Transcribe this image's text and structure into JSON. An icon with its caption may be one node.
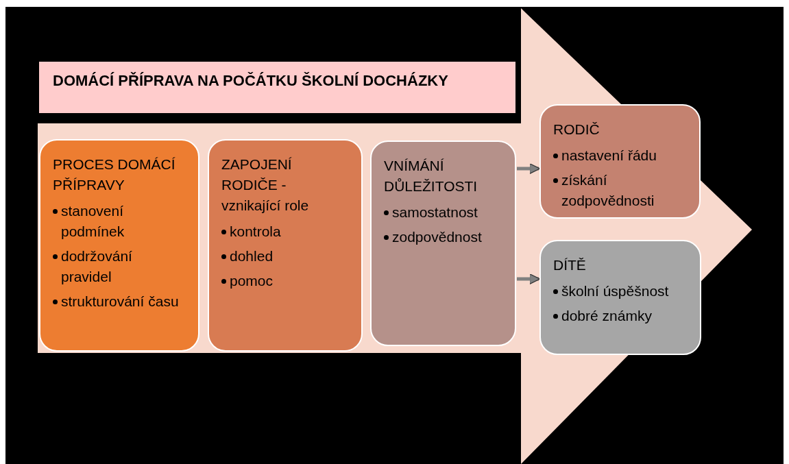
{
  "diagram": {
    "title": "DOMÁCÍ PŘÍPRAVA NA POČÁTKU ŠKOLNÍ DOCHÁZKY",
    "nodes": [
      {
        "text": [
          "PROCES DOMÁCÍ PŘÍPRAVY",
          "stanovení podmínek",
          "dodržování pravidel",
          "strukturování času"
        ]
      },
      {
        "text": [
          "ZAPOJENÍ RODIČE - vznikající role",
          "kontrola",
          "dohled",
          "pomoc"
        ]
      },
      {
        "text": [
          "VNÍMÁNÍ DŮLEŽITOSTI",
          "samostatnost",
          "zodpovědnost"
        ]
      },
      {
        "text": [
          "RODIČ",
          "nastavení řádu",
          "získání zodpovědnosti"
        ]
      },
      {
        "text": [
          "DÍTĚ",
          "školní úspěšnost",
          "dobré známky"
        ]
      }
    ],
    "edges": [
      {
        "from": 2,
        "to": 3,
        "arrow": "to"
      },
      {
        "from": 2,
        "to": 4,
        "arrow": "to"
      }
    ]
  }
}
